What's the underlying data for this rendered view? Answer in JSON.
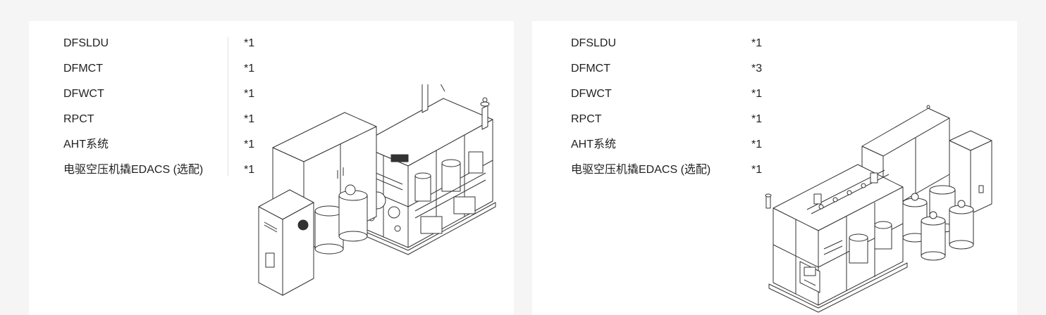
{
  "panels": [
    {
      "items": [
        {
          "name": "DFSLDU",
          "qty": "*1"
        },
        {
          "name": "DFMCT",
          "qty": "*1"
        },
        {
          "name": "DFWCT",
          "qty": "*1"
        },
        {
          "name": "RPCT",
          "qty": "*1"
        },
        {
          "name": "AHT系统",
          "qty": "*1"
        },
        {
          "name": "电驱空压机撬EDACS (选配)",
          "qty": "*1"
        }
      ]
    },
    {
      "items": [
        {
          "name": "DFSLDU",
          "qty": "*1"
        },
        {
          "name": "DFMCT",
          "qty": "*3"
        },
        {
          "name": "DFWCT",
          "qty": "*1"
        },
        {
          "name": "RPCT",
          "qty": "*1"
        },
        {
          "name": "AHT系统",
          "qty": "*1"
        },
        {
          "name": "电驱空压机撬EDACS (选配)",
          "qty": "*1"
        }
      ]
    }
  ]
}
